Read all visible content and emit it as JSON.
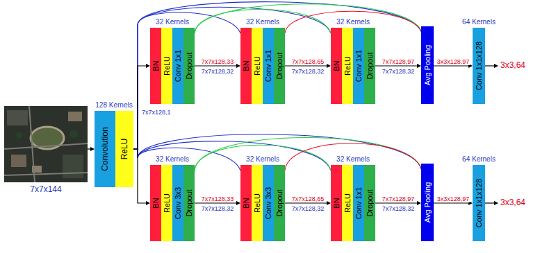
{
  "diagram": {
    "nodes": [
      {
        "text": [
          "7x7x144"
        ]
      },
      {
        "text": [
          "128 Kernels"
        ]
      },
      {
        "text": [
          "Convolution"
        ],
        "in": 1
      },
      {
        "text": [
          "ReLU"
        ],
        "in": 1
      },
      {
        "text": [
          "32 Kernels"
        ]
      },
      {
        "text": [
          "BN"
        ],
        "in": 4
      },
      {
        "text": [
          "ReLU"
        ],
        "in": 4
      },
      {
        "text": [
          "Conv 1x1"
        ],
        "in": 4
      },
      {
        "text": [
          "Dropout"
        ],
        "in": 4
      },
      {
        "text": [
          "32 Kernels"
        ]
      },
      {
        "text": [
          "BN"
        ],
        "in": 9
      },
      {
        "text": [
          "ReLU"
        ],
        "in": 9
      },
      {
        "text": [
          "Conv 1x1"
        ],
        "in": 9
      },
      {
        "text": [
          "Dropout"
        ],
        "in": 9
      },
      {
        "text": [
          "32 Kernels"
        ]
      },
      {
        "text": [
          "BN"
        ],
        "in": 14
      },
      {
        "text": [
          "ReLU"
        ],
        "in": 14
      },
      {
        "text": [
          "Conv 1x1"
        ],
        "in": 14
      },
      {
        "text": [
          "Dropout"
        ],
        "in": 14
      },
      {
        "text": [
          "Avg Pooling"
        ]
      },
      {
        "text": [
          "64 Kernels",
          "Conv 1x1x128"
        ]
      },
      {
        "text": [
          "32 Kernels"
        ]
      },
      {
        "text": [
          "BN"
        ],
        "in": 21
      },
      {
        "text": [
          "ReLU"
        ],
        "in": 21
      },
      {
        "text": [
          "Conv 3x3"
        ],
        "in": 21
      },
      {
        "text": [
          "Dropout"
        ],
        "in": 21
      },
      {
        "text": [
          "32 Kernels"
        ]
      },
      {
        "text": [
          "BN"
        ],
        "in": 26
      },
      {
        "text": [
          "ReLU"
        ],
        "in": 26
      },
      {
        "text": [
          "Conv 3x3"
        ],
        "in": 26
      },
      {
        "text": [
          "Dropout"
        ],
        "in": 26
      },
      {
        "text": [
          "32 Kernels"
        ]
      },
      {
        "text": [
          "BN"
        ],
        "in": 31
      },
      {
        "text": [
          "ReLU"
        ],
        "in": 31
      },
      {
        "text": [
          "Conv 1x1"
        ],
        "in": 31
      },
      {
        "text": [
          "Dropout"
        ],
        "in": 31
      },
      {
        "text": [
          "Avg Pooling"
        ]
      },
      {
        "text": [
          "64 Kernels",
          "Conv 1x1x128"
        ]
      }
    ],
    "edges": [
      {
        "from": 0,
        "to": 1,
        "arrow": "to"
      },
      {
        "from": 1,
        "to": 4,
        "arrow": "to"
      },
      {
        "from": 1,
        "to": 21,
        "arrow": "to"
      },
      {
        "from": 4,
        "to": 9,
        "arrow": "to",
        "label": "7x7x128,33"
      },
      {
        "from": 9,
        "to": 14,
        "arrow": "to",
        "label": "7x7x128,65"
      },
      {
        "from": 14,
        "to": 19,
        "arrow": "to",
        "label": "7x7x128,97"
      },
      {
        "from": 19,
        "to": 20,
        "arrow": "to",
        "label": "3x3x128,97"
      },
      {
        "from": 21,
        "to": 26,
        "arrow": "to",
        "label": "7x7x128,33"
      },
      {
        "from": 26,
        "to": 31,
        "arrow": "to",
        "label": "7x7x128,65"
      },
      {
        "from": 31,
        "to": 36,
        "arrow": "to",
        "label": "7x7x128,97"
      },
      {
        "from": 36,
        "to": 37,
        "arrow": "to",
        "label": "3x3x128,97"
      },
      {
        "from": 1,
        "to": 9,
        "arrow": "none"
      },
      {
        "from": 1,
        "to": 14,
        "arrow": "none"
      },
      {
        "from": 1,
        "to": 19,
        "arrow": "none"
      },
      {
        "from": 4,
        "to": 14,
        "arrow": "none"
      },
      {
        "from": 4,
        "to": 19,
        "arrow": "none"
      },
      {
        "from": 9,
        "to": 19,
        "arrow": "none"
      },
      {
        "from": 1,
        "to": 26,
        "arrow": "none"
      },
      {
        "from": 1,
        "to": 31,
        "arrow": "none"
      },
      {
        "from": 1,
        "to": 36,
        "arrow": "none"
      },
      {
        "from": 21,
        "to": 31,
        "arrow": "none"
      },
      {
        "from": 21,
        "to": 36,
        "arrow": "none"
      },
      {
        "from": 26,
        "to": 36,
        "arrow": "none"
      }
    ],
    "labels": [
      "7x7x128,1",
      "7x7x128,32",
      "7x7x128,32",
      "7x7x128,32",
      "3x3,64",
      "7x7x128,32",
      "7x7x128,32",
      "7x7x128,32",
      "3x3,64"
    ]
  }
}
